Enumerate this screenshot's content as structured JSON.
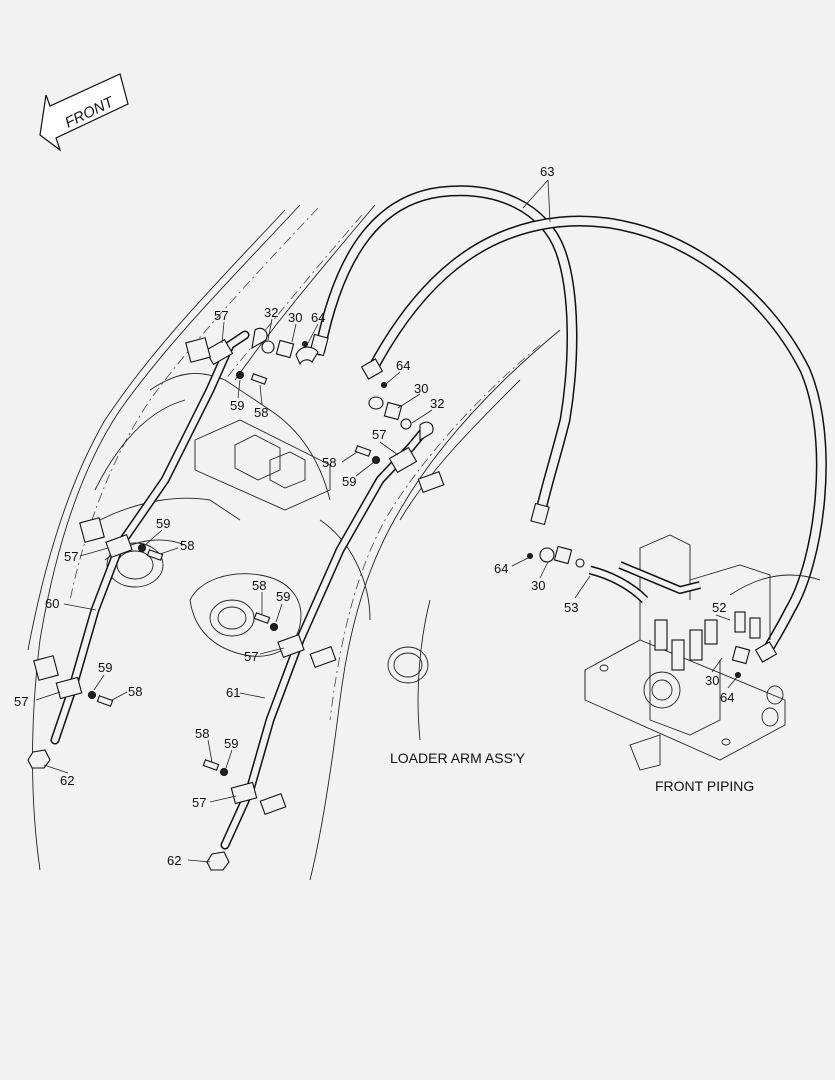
{
  "direction": {
    "label": "FRONT"
  },
  "captions": {
    "loader": "LOADER ARM ASS'Y",
    "piping": "FRONT PIPING"
  },
  "callouts": {
    "c63": "63",
    "c57a": "57",
    "c32a": "32",
    "c30a": "30",
    "c64a": "64",
    "c59a": "59",
    "c58a": "58",
    "c64b": "64",
    "c30b": "30",
    "c32b": "32",
    "c57b": "57",
    "c58b": "58",
    "c59b": "59",
    "c59c": "59",
    "c57c": "57",
    "c58c": "58",
    "c60": "60",
    "c58d": "58",
    "c59d": "59",
    "c57d": "57",
    "c59e": "59",
    "c57e": "57",
    "c58e": "58",
    "c61": "61",
    "c62a": "62",
    "c58f": "58",
    "c59f": "59",
    "c57f": "57",
    "c62b": "62",
    "c64c": "64",
    "c30c": "30",
    "c53": "53",
    "c52": "52",
    "c30d": "30",
    "c64d": "64"
  }
}
